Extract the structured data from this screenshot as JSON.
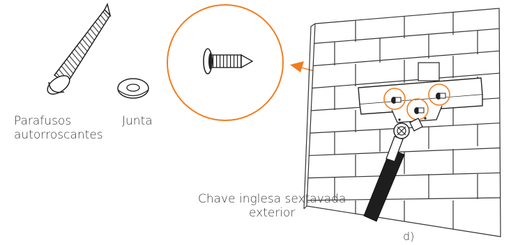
{
  "labels": {
    "screws_line1": "Parafusos",
    "screws_line2": "autorroscantes",
    "washer": "Junta",
    "wrench_line1": "Chave inglesa sextavada",
    "wrench_line2": "exterior",
    "step": "d)"
  },
  "colors": {
    "accent": "#f07d1f",
    "line": "#222222",
    "text": "#3a3a3a"
  }
}
